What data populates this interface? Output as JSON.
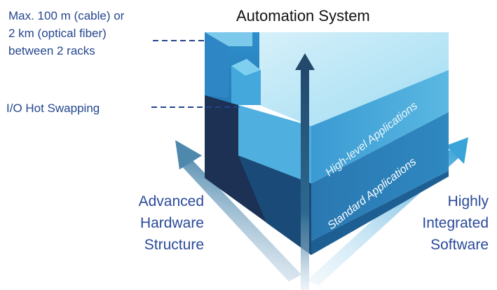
{
  "title": "Automation System",
  "notes": {
    "distance": [
      "Max. 100 m (cable) or",
      "2 km (optical fiber)",
      "between 2 racks"
    ],
    "hot_swap": "I/O Hot Swapping"
  },
  "layers": {
    "high_level": "High-level Applications",
    "standard": "Standard Applications"
  },
  "left_axis": [
    "Advanced",
    "Hardware",
    "Structure"
  ],
  "right_axis": [
    "Highly",
    "Integrated",
    "Software"
  ],
  "colors": {
    "text_blue": "#24468f",
    "block_dark": "#1d3256",
    "block_mid": "#2a86c2",
    "block_light": "#8fd3ee",
    "arrow_dark": "#244a6e",
    "arrow_light": "#4aa6d4"
  }
}
